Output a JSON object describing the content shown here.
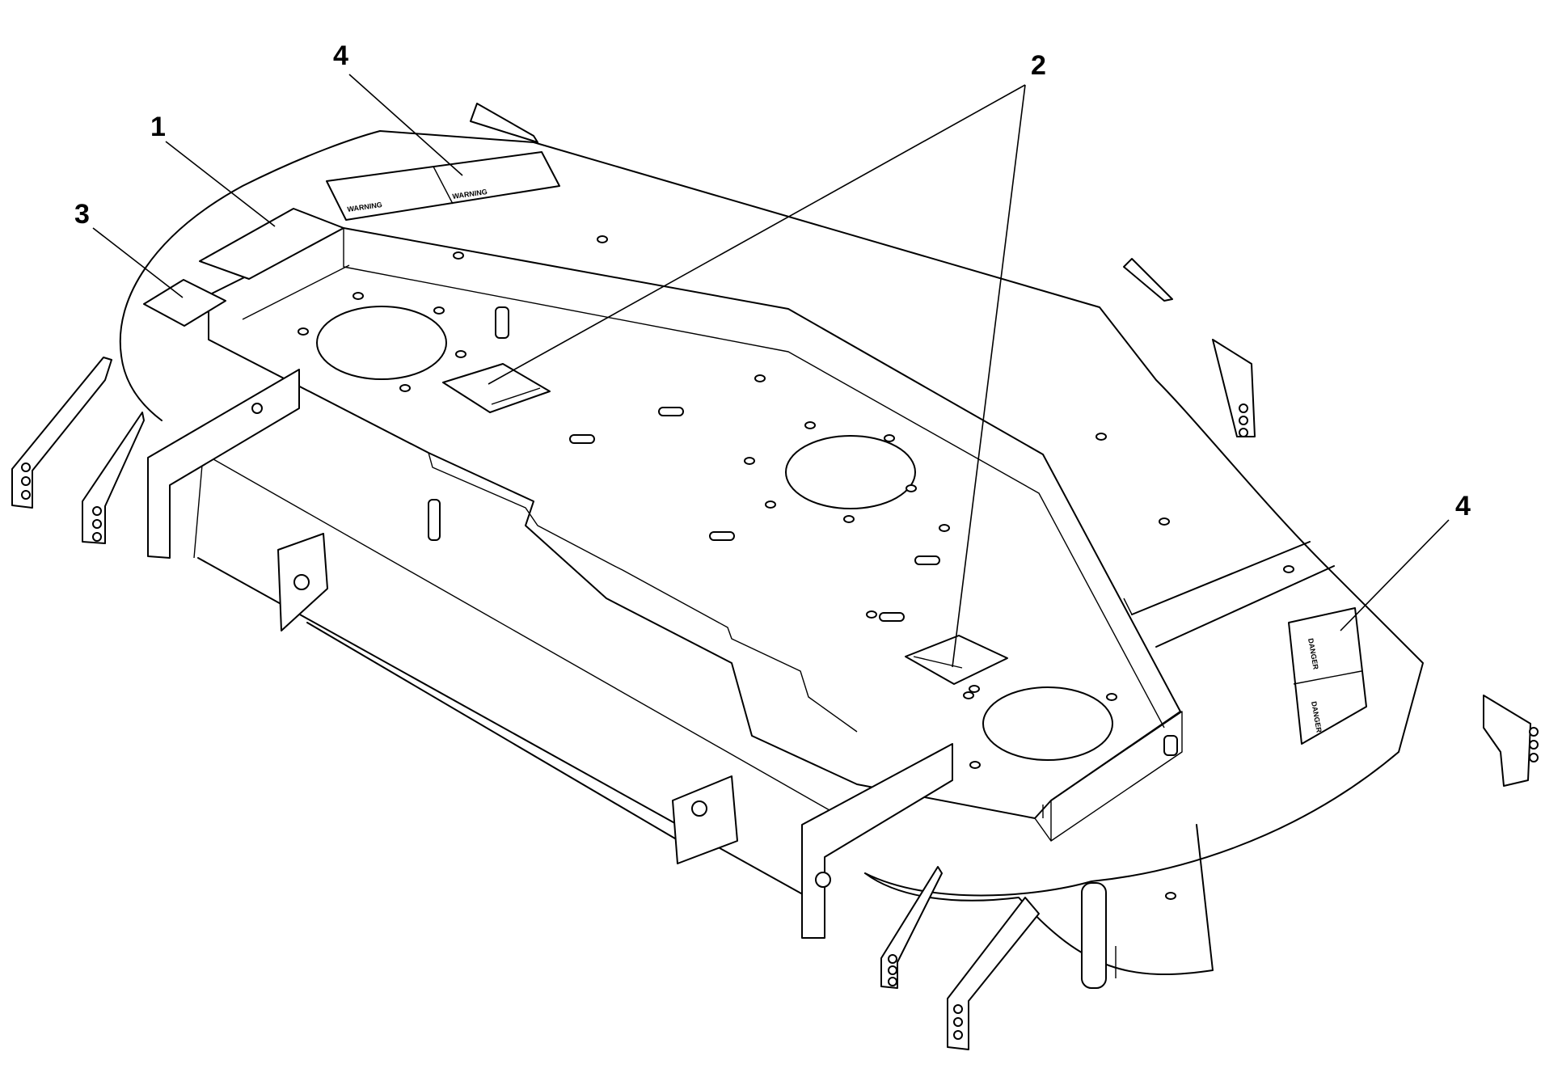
{
  "diagram": {
    "subject": "mower-deck-decal-locations",
    "callouts": [
      {
        "id": "c1",
        "label": "1"
      },
      {
        "id": "c2",
        "label": "2"
      },
      {
        "id": "c3",
        "label": "3"
      },
      {
        "id": "c4a",
        "label": "4"
      },
      {
        "id": "c4b",
        "label": "4"
      }
    ],
    "decal_text": {
      "warning_a": "WARNING",
      "warning_b": "WARNING",
      "danger_a": "DANGER",
      "danger_b": "DANGER"
    },
    "colors": {
      "line": "#000000",
      "background": "#ffffff"
    }
  }
}
